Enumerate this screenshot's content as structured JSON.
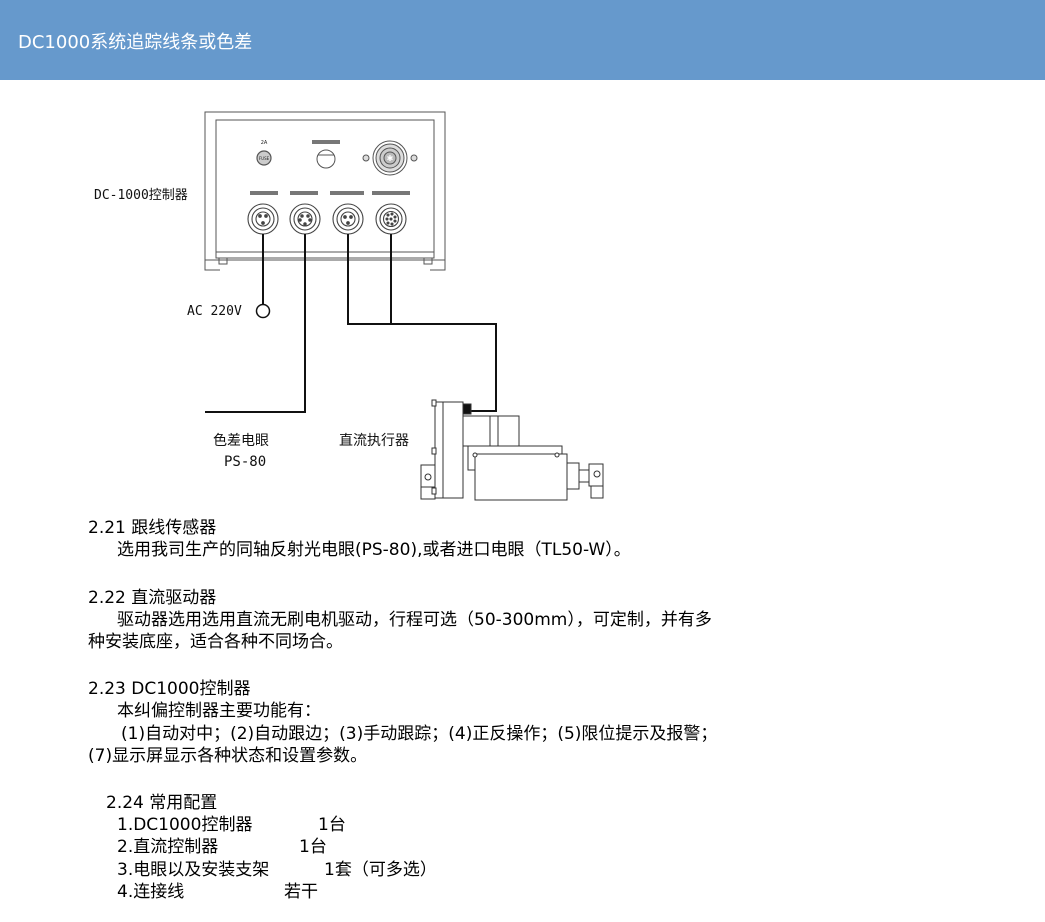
{
  "header": {
    "title": "DC1000系统追踪线条或色差",
    "background_color": "#6699cc"
  },
  "diagram": {
    "controller_label": "DC-1000控制器",
    "panel": {
      "fuse_rating": "2A",
      "fuse_label": "FUSE"
    },
    "power_label": "AC 220V",
    "sensor_label": "色差电眼",
    "sensor_model": "PS-80",
    "actuator_label": "直流执行器"
  },
  "sections": [
    {
      "title": "2.21 跟线传感器",
      "lines": [
        "选用我司生产的同轴反射光电眼(PS-80),或者进口电眼（TL50-W）。"
      ]
    },
    {
      "title": "2.22 直流驱动器",
      "lines": [
        "驱动器选用选用直流无刷电机驱动，行程可选（50-300mm），可定制，并有多",
        "种安装底座，适合各种不同场合。"
      ]
    },
    {
      "title": "2.23 DC1000控制器",
      "lines": [
        "本纠偏控制器主要功能有：",
        "(1)自动对中；(2)自动跟边；(3)手动跟踪；(4)正反操作；(5)限位提示及报警；",
        "(7)显示屏显示各种状态和设置参数。"
      ]
    }
  ],
  "config": {
    "title": "2.24 常用配置",
    "items": [
      {
        "name": "1.DC1000控制器",
        "qty": "1台"
      },
      {
        "name": "2.直流控制器",
        "qty": "1台"
      },
      {
        "name": "3.电眼以及安装支架",
        "qty": "1套（可多选）"
      },
      {
        "name": "4.连接线",
        "qty": "若干"
      }
    ]
  }
}
